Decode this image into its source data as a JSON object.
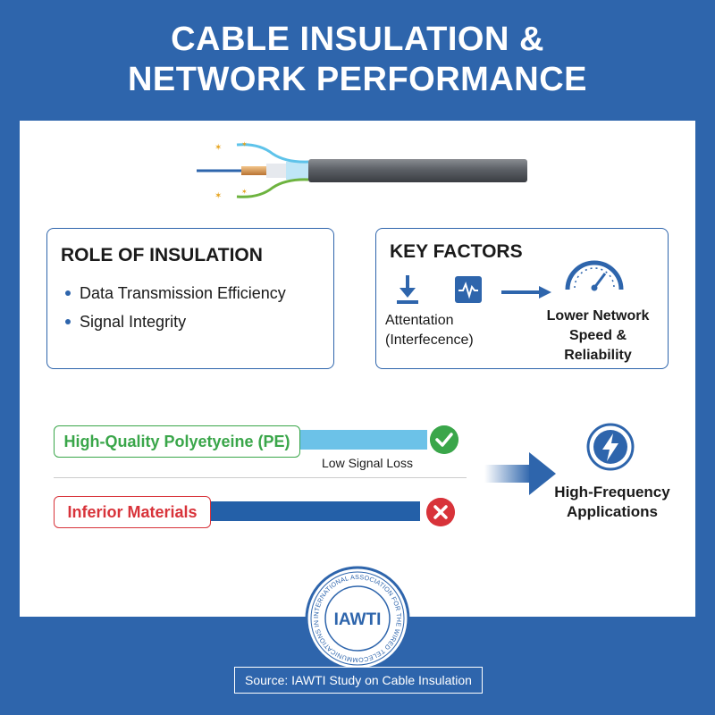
{
  "title": {
    "line1": "CABLE INSULATION &",
    "line2": "NETWORK PERFORMANCE"
  },
  "cable_illustration": {
    "icon": "cable-cross-section-icon"
  },
  "role_of_insulation": {
    "heading": "ROLE OF INSULATION",
    "items": [
      "Data Transmission Efficiency",
      "Signal Integrity"
    ]
  },
  "key_factors": {
    "heading": "KEY FACTORS",
    "left_label_line1": "Attentation",
    "left_label_line2": "(Interfecence)",
    "right_label_line1": "Lower Network",
    "right_label_line2": "Speed & Reliability",
    "icons": [
      "download-arrow-icon",
      "waveform-icon",
      "right-arrow-icon",
      "speedometer-icon"
    ]
  },
  "comparison": {
    "good_label": "High-Quality Polyetyeine (PE)",
    "good_note": "Low Signal Loss",
    "bad_label": "Inferior Materials",
    "good_icon": "check-icon",
    "bad_icon": "cross-icon",
    "colors": {
      "good": "#3aa64a",
      "bad": "#d8333a",
      "light_bar": "#6cc2e8",
      "dark_bar": "#2460a8"
    }
  },
  "outcome": {
    "line1": "High-Frequency",
    "line2": "Applications",
    "icon": "lightning-bolt-icon"
  },
  "seal": {
    "abbrev": "IAWTI",
    "ring_text": "INTERNATIONAL ASSOCIATION FOR THE WIRED TELECOMMUNICATIONS INDUSTRY"
  },
  "source": "Source: IAWTI Study on Cable Insulation",
  "colors": {
    "background": "#2e65ac",
    "panel": "#ffffff",
    "accent": "#2e65ac"
  }
}
